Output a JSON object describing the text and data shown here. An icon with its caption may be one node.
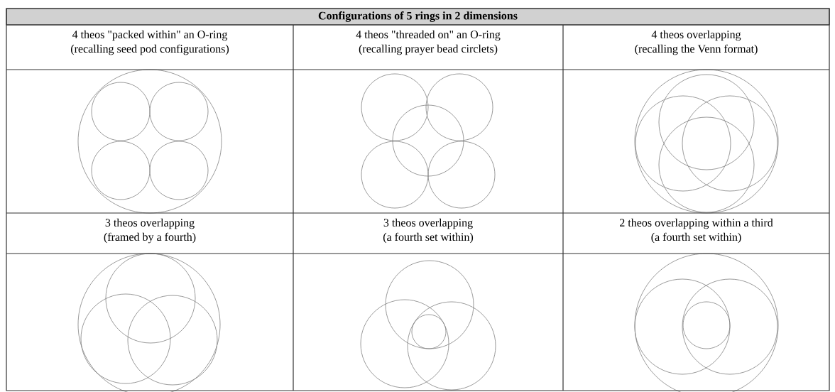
{
  "diagram": {
    "title": "Configurations of 5 rings in 2 dimensions",
    "labels": [
      "4 theos \"packed within\" an O-ring",
      "(recalling seed pod configurations)",
      "4 theos \"threaded on\" an O-ring",
      "(recalling prayer bead circlets)",
      "4 theos overlapping",
      "(recalling the Venn format)",
      "3 theos overlapping",
      "(framed by a fourth)",
      "3 theos overlapping",
      "(a fourth set within)",
      "2 theos overlapping within a third",
      "(a fourth set within)"
    ]
  }
}
